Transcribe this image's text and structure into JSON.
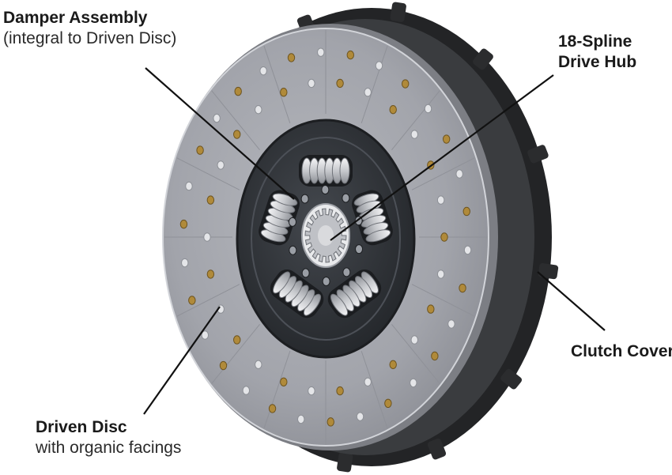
{
  "callouts": {
    "damper": {
      "title": "Damper Assembly",
      "subtitle": "(integral to Driven Disc)"
    },
    "hub": {
      "line1": "18-Spline",
      "line2": "Drive Hub"
    },
    "cover": {
      "title": "Clutch Cover"
    },
    "disc": {
      "title": "Driven Disc",
      "subtitle": "with organic facings"
    }
  },
  "colors": {
    "facing": "#a4a6ad",
    "facing_edge": "#c8cad0",
    "cover": "#2b2c2e",
    "hub_plate": "#2e3135",
    "spring": "#d8d9dc",
    "rivet": "#b08a3a",
    "leader": "#111111"
  },
  "counts": {
    "hub_splines": 18,
    "damper_springs": 5
  }
}
